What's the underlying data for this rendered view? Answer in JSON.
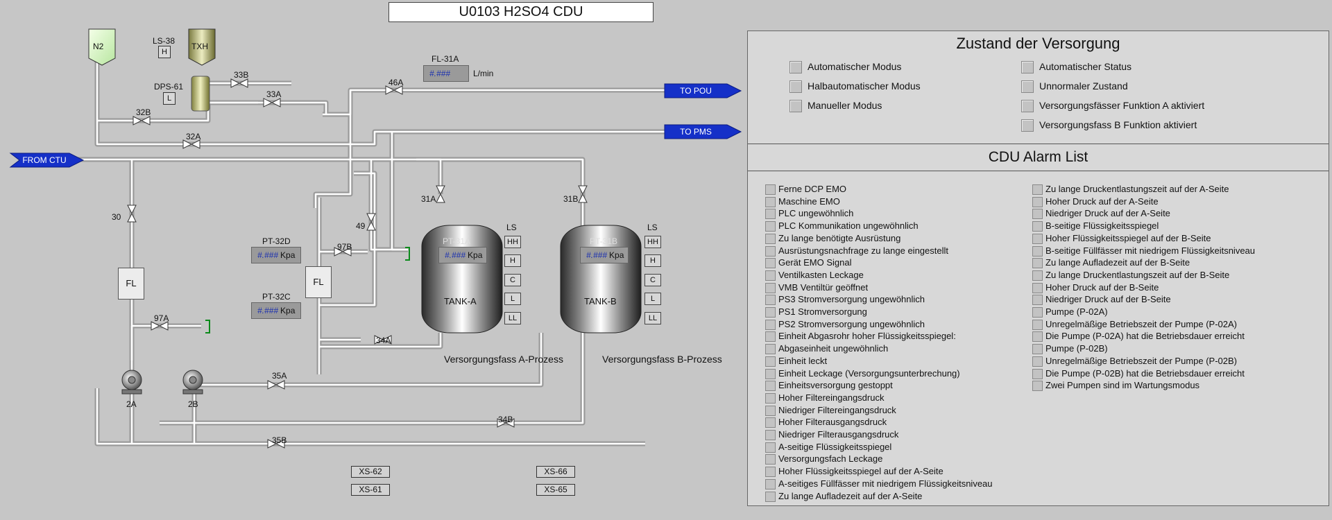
{
  "title": "U0103 H2SO4 CDU",
  "symbols": {
    "n2": "N2",
    "txh": "TXH",
    "ls38_label": "LS-38",
    "ls38_val": "H",
    "dps61_label": "DPS-61",
    "dps61_val": "L"
  },
  "flows": {
    "fl31a_label": "FL-31A",
    "fl31a_value": "#.###",
    "fl31a_unit": "L/min",
    "to_pou": "TO POU",
    "to_pms": "TO PMS",
    "from_ctu": "FROM CTU"
  },
  "valves": {
    "v33b": "33B",
    "v33a": "33A",
    "v46a": "46A",
    "v32b": "32B",
    "v32a": "32A",
    "v31a": "31A",
    "v31b": "31B",
    "v30": "30",
    "v49": "49",
    "v97b": "97B",
    "v97a": "97A",
    "v34a": "34A",
    "v35a": "35A",
    "v34b": "34B",
    "v35b": "35B"
  },
  "pressure": {
    "pt32d_label": "PT-32D",
    "pt32d_value": "#.###",
    "pt32d_unit": "Kpa",
    "pt32c_label": "PT-32C",
    "pt32c_value": "#.###",
    "pt32c_unit": "Kpa",
    "pt31a_label": "PT-31A",
    "pt31a_value": "#.###",
    "pt31a_unit": "Kpa",
    "pt31b_label": "PT-31B",
    "pt31b_value": "#.###",
    "pt31b_unit": "Kpa"
  },
  "filters": {
    "left": "FL",
    "mid": "FL"
  },
  "tanks": {
    "a_name": "TANK-A",
    "b_name": "TANK-B",
    "a_title": "Versorgungsfass A-Prozess",
    "b_title": "Versorgungsfass B-Prozess",
    "ls_label": "LS",
    "levels": [
      "HH",
      "H",
      "C",
      "L",
      "LL"
    ]
  },
  "pumps": {
    "p2a": "2A",
    "p2b": "2B"
  },
  "xs": {
    "xs62": "XS-62",
    "xs61": "XS-61",
    "xs66": "XS-66",
    "xs65": "XS-65"
  },
  "supply_status": {
    "title": "Zustand der Versorgung",
    "left": [
      "Automatischer Modus",
      "Halbautomatischer Modus",
      "Manueller Modus"
    ],
    "right": [
      "Automatischer Status",
      "Unnormaler Zustand",
      "Versorgungsfässer Funktion A aktiviert",
      "Versorgungsfass B Funktion aktiviert"
    ]
  },
  "alarm_list": {
    "title": "CDU Alarm List",
    "left": [
      "Ferne DCP EMO",
      "Maschine EMO",
      "PLC ungewöhnlich",
      "PLC Kommunikation ungewöhnlich",
      "Zu lange benötigte Ausrüstung",
      "Ausrüstungsnachfrage zu lange eingestellt",
      "Gerät EMO Signal",
      "Ventilkasten Leckage",
      "VMB Ventiltür geöffnet",
      "PS3 Stromversorgung ungewöhnlich",
      "PS1 Stromversorgung",
      "PS2 Stromversorgung ungewöhnlich",
      "Einheit Abgasrohr hoher Flüssigkeitsspiegel:",
      "Abgaseinheit ungewöhnlich",
      "Einheit leckt",
      "Einheit Leckage (Versorgungsunterbrechung)",
      "Einheitsversorgung gestoppt",
      "Hoher Filtereingangsdruck",
      "Niedriger Filtereingangsdruck",
      "Hoher Filterausgangsdruck",
      "Niedriger Filterausgangsdruck",
      "A-seitige Flüssigkeitsspiegel",
      "Versorgungsfach Leckage",
      "Hoher Flüssigkeitsspiegel auf der A-Seite",
      "A-seitiges Füllfässer mit niedrigem Flüssigkeitsniveau",
      "Zu lange Aufladezeit auf der A-Seite"
    ],
    "right": [
      "Zu lange Druckentlastungszeit auf der A-Seite",
      "Hoher Druck auf der A-Seite",
      "Niedriger Druck auf der A-Seite",
      "B-seitige Flüssigkeitsspiegel",
      "Hoher Flüssigkeitsspiegel auf der B-Seite",
      "B-seitige Füllfässer mit niedrigem Flüssigkeitsniveau",
      "Zu lange Aufladezeit auf der B-Seite",
      "Zu lange Druckentlastungszeit auf der B-Seite",
      "Hoher Druck auf der B-Seite",
      "Niedriger Druck auf der B-Seite",
      "Pumpe (P-02A)",
      "Unregelmäßige Betriebszeit der Pumpe (P-02A)",
      "Die Pumpe (P-02A) hat die Betriebsdauer erreicht",
      "Pumpe (P-02B)",
      "Unregelmäßige Betriebszeit der Pumpe (P-02B)",
      "Die Pumpe (P-02B) hat die Betriebsdauer erreicht",
      "Zwei Pumpen sind im Wartungsmodus"
    ]
  }
}
